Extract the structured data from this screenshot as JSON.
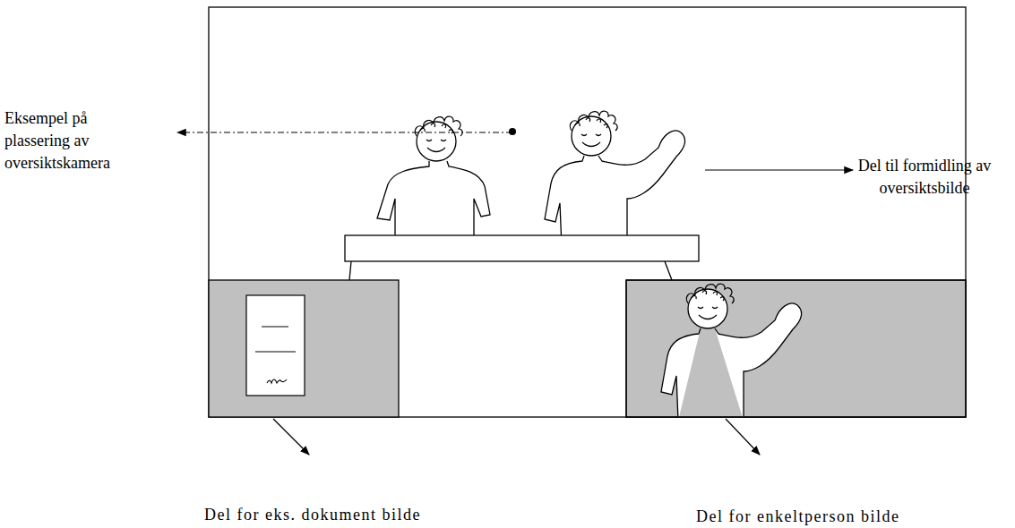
{
  "diagram": {
    "labels": [
      "Eksempel på plassering av oversiktskamera",
      "Del til formidling av oversiktsbilde",
      "Del for eks. dokument bilde",
      "Del for enkeltperson bilde"
    ]
  }
}
